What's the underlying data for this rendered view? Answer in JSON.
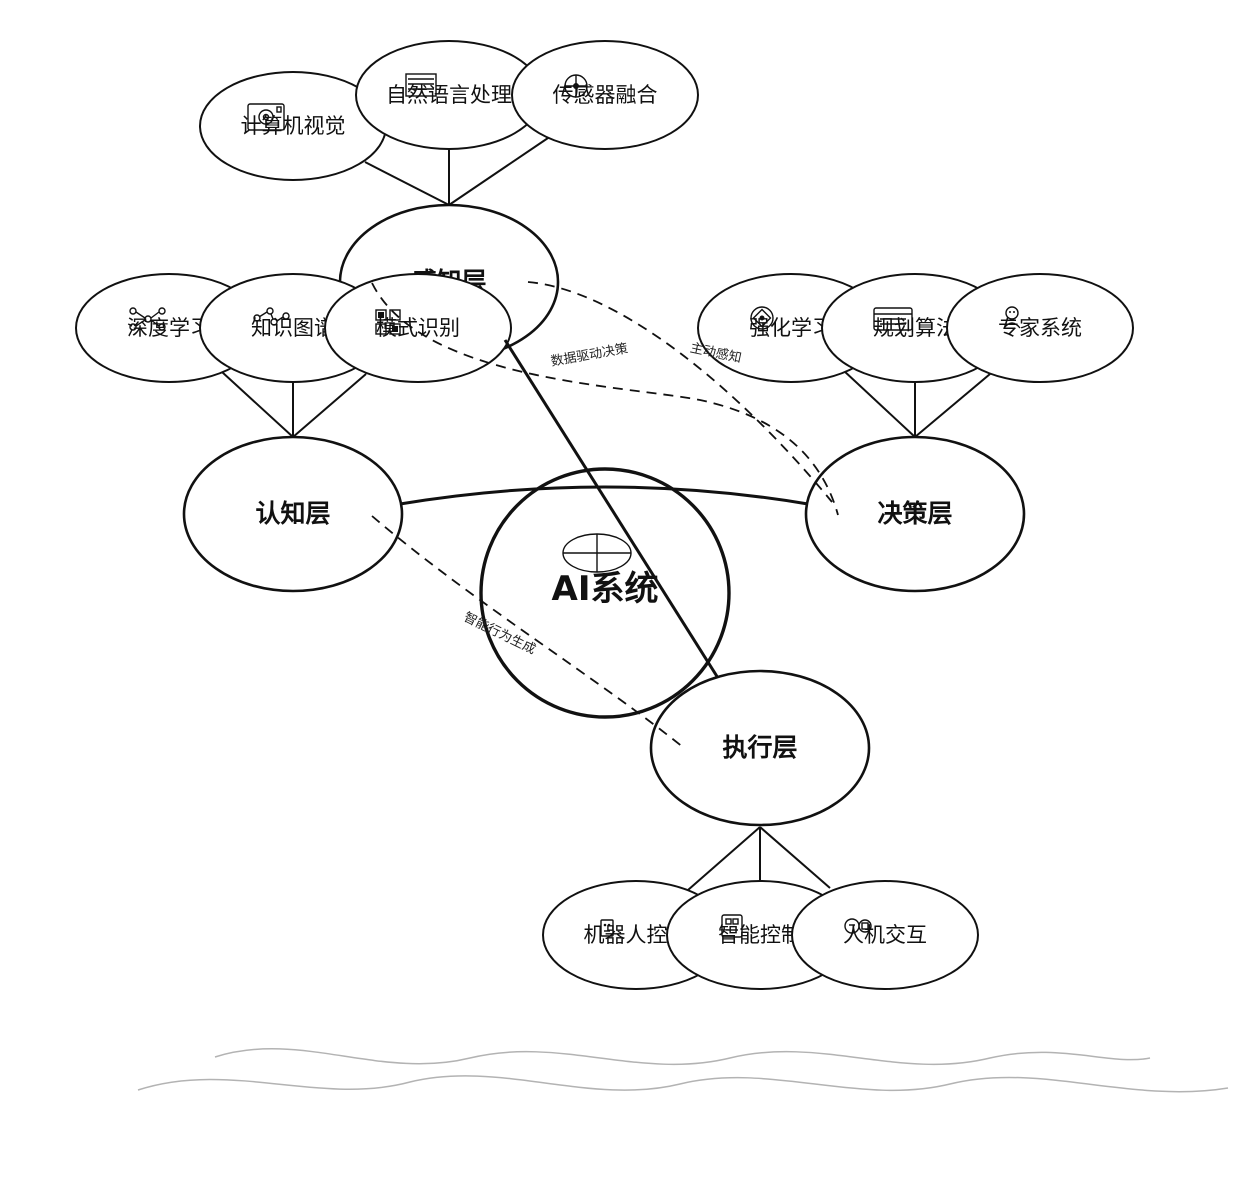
{
  "diagram": {
    "center": {
      "label": "AI系统",
      "icon": "brain-icon"
    },
    "layers": {
      "perception": {
        "label": "感知层"
      },
      "cognition": {
        "label": "认知层"
      },
      "decision": {
        "label": "决策层"
      },
      "execution": {
        "label": "执行层"
      }
    },
    "leaves": {
      "perception": [
        {
          "label": "计算机视觉",
          "icon": "camera-icon"
        },
        {
          "label": "自然语言处理",
          "icon": "text-lines-icon"
        },
        {
          "label": "传感器融合",
          "icon": "sensor-icon"
        }
      ],
      "cognition": [
        {
          "label": "深度学习",
          "icon": "neural-net-icon"
        },
        {
          "label": "知识图谱",
          "icon": "graph-icon"
        },
        {
          "label": "模式识别",
          "icon": "pattern-grid-icon"
        }
      ],
      "decision": [
        {
          "label": "强化学习",
          "icon": "target-icon"
        },
        {
          "label": "规划算法",
          "icon": "calendar-icon"
        },
        {
          "label": "专家系统",
          "icon": "expert-icon"
        }
      ],
      "execution": [
        {
          "label": "机器人控制",
          "icon": "robot-icon"
        },
        {
          "label": "智能控制",
          "icon": "control-panel-icon"
        },
        {
          "label": "人机交互",
          "icon": "interaction-icon"
        }
      ]
    },
    "relations": [
      {
        "label": "数据驱动决策"
      },
      {
        "label": "主动感知"
      },
      {
        "label": "智能行为生成"
      }
    ]
  }
}
